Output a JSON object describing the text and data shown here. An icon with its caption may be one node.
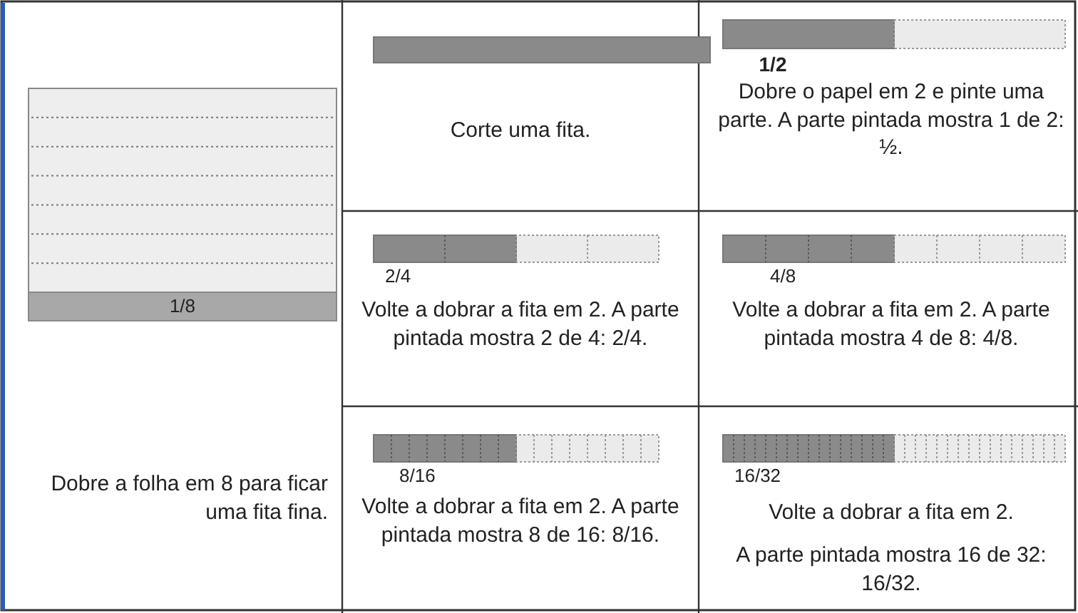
{
  "diagram": {
    "labels": [
      "1/8",
      "Dobre a folha em 8 para ficar uma fita fina.",
      "Corte uma fita.",
      "1/2",
      "Dobre o papel em 2 e pinte uma parte. A parte pintada mostra 1 de 2: ½.",
      "2/4",
      "Volte a dobrar a fita em 2. A parte pintada mostra 2 de 4: 2/4.",
      "4/8",
      "Volte a dobrar a fita em 2. A parte pintada mostra 4 de 8: 4/8.",
      "8/16",
      "Volte a dobrar a fita em 2. A parte pintada mostra 8 de 16: 8/16.",
      "16/32",
      "Volte a dobrar a fita em 2.",
      "A parte pintada mostra 16 de 32: 16/32."
    ]
  }
}
